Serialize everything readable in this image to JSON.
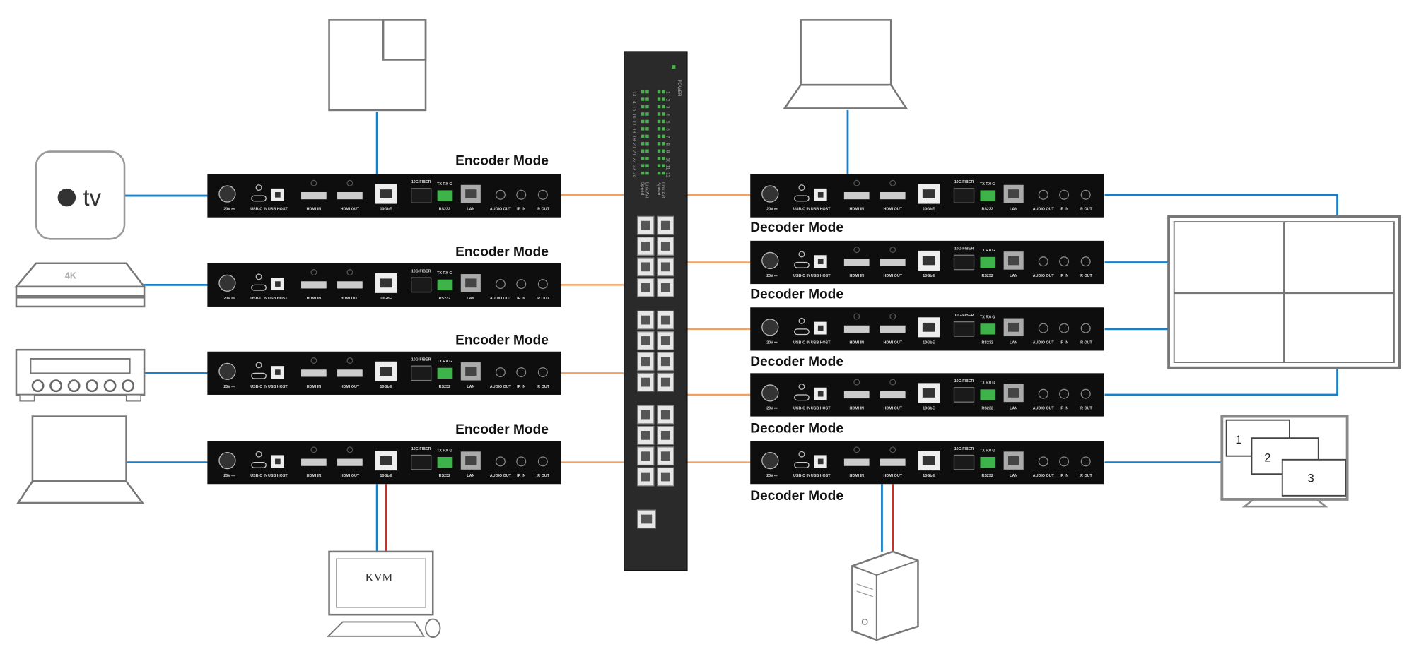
{
  "ports": [
    "20V ⎓",
    "USB-C IN",
    "USB HOST",
    "HDMI IN",
    "HDMI OUT",
    "10GbE",
    "10G FIBER",
    "TX RX G",
    "RS232",
    "LAN",
    "AUDIO OUT",
    "IR IN",
    "IR OUT"
  ],
  "encoders": [
    {
      "label": "Encoder Mode"
    },
    {
      "label": "Encoder Mode"
    },
    {
      "label": "Encoder Mode"
    },
    {
      "label": "Encoder Mode"
    }
  ],
  "decoders": [
    {
      "label": "Decoder Mode"
    },
    {
      "label": "Decoder Mode"
    },
    {
      "label": "Decoder Mode"
    },
    {
      "label": "Decoder Mode"
    },
    {
      "label": "Decoder Mode"
    }
  ],
  "switch": {
    "power_label": "POWER",
    "led_legend": [
      "Speed",
      "Link/Act",
      "Speed",
      "Link/Act"
    ],
    "port_numbers_top": [
      "1",
      "2",
      "3",
      "4",
      "5",
      "6",
      "7",
      "8",
      "9",
      "10",
      "11",
      "12"
    ],
    "port_numbers_bottom": [
      "13",
      "14",
      "15",
      "16",
      "17",
      "18",
      "19",
      "20",
      "21",
      "22",
      "23",
      "24"
    ]
  },
  "sources": {
    "apple_tv_logo": "tv",
    "box_4k_logo": "4K",
    "kvm_screen_text": "KVM"
  },
  "pip_monitor": {
    "windows": [
      "1",
      "2",
      "3"
    ]
  },
  "colors": {
    "video_link": "#1a7fc9",
    "usb_link": "#c8302c",
    "network_link": "#f0a060",
    "device_body": "#0e0e0e",
    "led": "#4caf50"
  }
}
